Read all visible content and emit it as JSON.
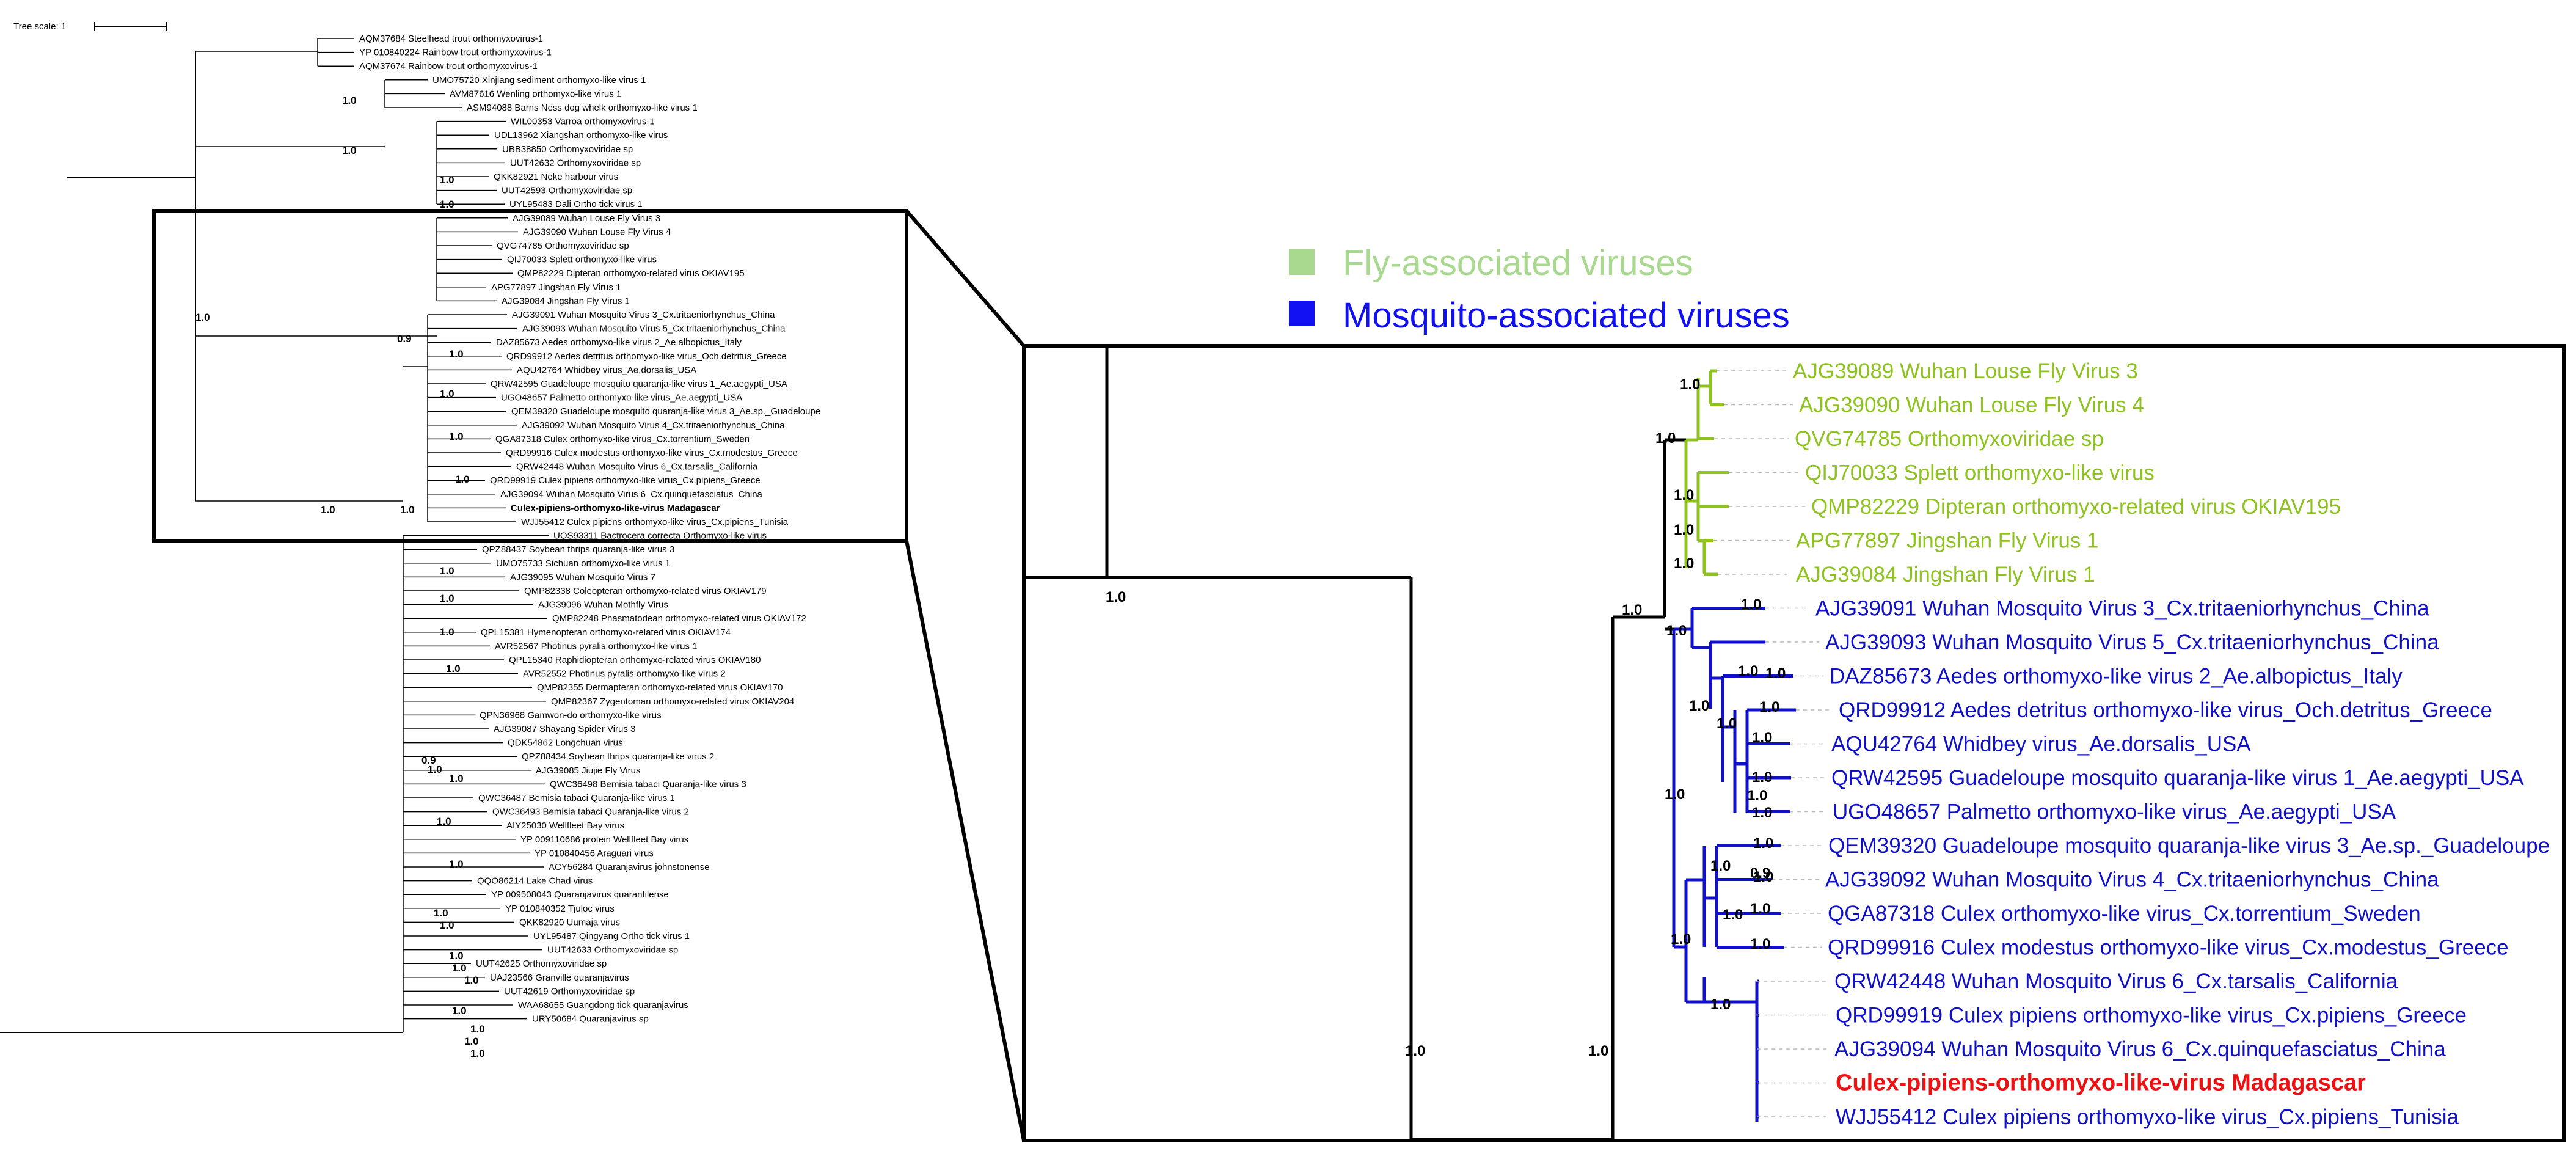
{
  "scale_bar": {
    "label": "Tree scale: 1"
  },
  "colors": {
    "fly": "#8dc21f",
    "mosquito": "#1010c8",
    "target": "#ee1111",
    "branch": "#000000"
  },
  "legend": [
    {
      "label": "Fly-associated viruses",
      "color": "#a9d88f"
    },
    {
      "label": "Mosquito-associated viruses",
      "color": "#1010f0"
    }
  ],
  "full_tree": {
    "leaves": [
      "AQM37684 Steelhead trout orthomyxovirus-1",
      "YP 010840224 Rainbow trout orthomyxovirus-1",
      "AQM37674 Rainbow trout orthomyxovirus-1",
      "UMO75720 Xinjiang sediment orthomyxo-like virus 1",
      "AVM87616 Wenling orthomyxo-like virus 1",
      "ASM94088 Barns Ness dog whelk orthomyxo-like virus 1",
      "WIL00353 Varroa orthomyxovirus-1",
      "UDL13962 Xiangshan orthomyxo-like virus",
      "UBB38850 Orthomyxoviridae sp",
      "UUT42632 Orthomyxoviridae sp",
      "QKK82921 Neke harbour virus",
      "UUT42593 Orthomyxoviridae sp",
      "UYL95483 Dali Ortho tick virus 1",
      "AJG39089 Wuhan Louse Fly Virus 3",
      "AJG39090 Wuhan Louse Fly Virus 4",
      "QVG74785 Orthomyxoviridae sp",
      "QIJ70033 Splett orthomyxo-like virus",
      "QMP82229 Dipteran orthomyxo-related virus OKIAV195",
      "APG77897 Jingshan Fly Virus 1",
      "AJG39084 Jingshan Fly Virus 1",
      "AJG39091 Wuhan Mosquito Virus 3_Cx.tritaeniorhynchus_China",
      "AJG39093 Wuhan Mosquito Virus 5_Cx.tritaeniorhynchus_China",
      "DAZ85673 Aedes orthomyxo-like virus 2_Ae.albopictus_Italy",
      "QRD99912 Aedes detritus orthomyxo-like virus_Och.detritus_Greece",
      "AQU42764 Whidbey virus_Ae.dorsalis_USA",
      "QRW42595 Guadeloupe mosquito quaranja-like virus 1_Ae.aegypti_USA",
      "UGO48657 Palmetto orthomyxo-like virus_Ae.aegypti_USA",
      "QEM39320 Guadeloupe mosquito quaranja-like virus 3_Ae.sp._Guadeloupe",
      "AJG39092 Wuhan Mosquito Virus 4_Cx.tritaeniorhynchus_China",
      "QGA87318 Culex orthomyxo-like virus_Cx.torrentium_Sweden",
      "QRD99916 Culex modestus orthomyxo-like virus_Cx.modestus_Greece",
      "QRW42448 Wuhan Mosquito Virus 6_Cx.tarsalis_California",
      "QRD99919 Culex pipiens orthomyxo-like virus_Cx.pipiens_Greece",
      "AJG39094 Wuhan Mosquito Virus 6_Cx.quinquefasciatus_China",
      "Culex-pipiens-orthomyxo-like-virus Madagascar",
      "WJJ55412 Culex pipiens orthomyxo-like virus_Cx.pipiens_Tunisia",
      "UQS93311 Bactrocera correcta Orthomyxo-like virus",
      "QPZ88437 Soybean thrips quaranja-like virus 3",
      "UMO75733 Sichuan orthomyxo-like virus 1",
      "AJG39095 Wuhan Mosquito Virus 7",
      "QMP82338 Coleopteran orthomyxo-related virus OKIAV179",
      "AJG39096 Wuhan Mothfly Virus",
      "QMP82248 Phasmatodean orthomyxo-related virus OKIAV172",
      "QPL15381 Hymenopteran orthomyxo-related virus OKIAV174",
      "AVR52567 Photinus pyralis orthomyxo-like virus 1",
      "QPL15340 Raphidiopteran orthomyxo-related virus OKIAV180",
      "AVR52552 Photinus pyralis orthomyxo-like virus 2",
      "QMP82355 Dermapteran orthomyxo-related virus OKIAV170",
      "QMP82367 Zygentoman orthomyxo-related virus OKIAV204",
      "QPN36968 Gamwon-do orthomyxo-like virus",
      "AJG39087 Shayang Spider Virus 3",
      "QDK54862 Longchuan virus",
      "QPZ88434 Soybean thrips quaranja-like virus 2",
      "AJG39085 Jiujie Fly Virus",
      "QWC36498 Bemisia tabaci Quaranja-like virus 3",
      "QWC36487 Bemisia tabaci Quaranja-like virus 1",
      "QWC36493 Bemisia tabaci Quaranja-like virus 2",
      "AIY25030 Wellfleet Bay virus",
      "YP 009110686 protein Wellfleet Bay virus",
      "YP 010840456 Araguari virus",
      "ACY56284 Quaranjavirus johnstonense",
      "QQO86214 Lake Chad virus",
      "YP 009508043 Quaranjavirus quaranfilense",
      "YP 010840352 Tjuloc virus",
      "QKK82920 Uumaja virus",
      "UYL95487 Qingyang Ortho tick virus 1",
      "UUT42633 Orthomyxoviridae sp",
      "UUT42625 Orthomyxoviridae sp",
      "UAJ23566 Granville quaranjavirus",
      "UUT42619 Orthomyxoviridae sp",
      "WAA68655 Guangdong tick quaranjavirus",
      "URY50684 Quaranjavirus sp"
    ],
    "support_labels": [
      "1.0",
      "1.0",
      "1.0",
      "1.0",
      "1.0",
      "1.0",
      "1.0",
      "0.9",
      "1.0",
      "1.0",
      "1.0",
      "1.0",
      "1.0",
      "1.0",
      "1.0",
      "1.0",
      "0.9",
      "1.0",
      "1.0",
      "1.0",
      "1.0",
      "1.0",
      "1.0",
      "1.0",
      "1.0",
      "1.0",
      "1.0",
      "1.0",
      "1.0",
      "1.0"
    ]
  },
  "zoom_tree": {
    "leaves": [
      {
        "label": "AJG39089 Wuhan Louse Fly Virus 3",
        "group": "fly"
      },
      {
        "label": "AJG39090 Wuhan Louse Fly Virus 4",
        "group": "fly"
      },
      {
        "label": "QVG74785 Orthomyxoviridae sp",
        "group": "fly"
      },
      {
        "label": "QIJ70033 Splett orthomyxo-like virus",
        "group": "fly"
      },
      {
        "label": "QMP82229 Dipteran orthomyxo-related virus OKIAV195",
        "group": "fly"
      },
      {
        "label": "APG77897 Jingshan Fly Virus 1",
        "group": "fly"
      },
      {
        "label": "AJG39084 Jingshan Fly Virus 1",
        "group": "fly"
      },
      {
        "label": "AJG39091 Wuhan Mosquito Virus 3_Cx.tritaeniorhynchus_China",
        "group": "mosquito"
      },
      {
        "label": "AJG39093 Wuhan Mosquito Virus 5_Cx.tritaeniorhynchus_China",
        "group": "mosquito"
      },
      {
        "label": "DAZ85673 Aedes orthomyxo-like virus 2_Ae.albopictus_Italy",
        "group": "mosquito"
      },
      {
        "label": "QRD99912 Aedes detritus orthomyxo-like virus_Och.detritus_Greece",
        "group": "mosquito"
      },
      {
        "label": "AQU42764 Whidbey virus_Ae.dorsalis_USA",
        "group": "mosquito"
      },
      {
        "label": "QRW42595 Guadeloupe mosquito quaranja-like virus 1_Ae.aegypti_USA",
        "group": "mosquito"
      },
      {
        "label": "UGO48657 Palmetto orthomyxo-like virus_Ae.aegypti_USA",
        "group": "mosquito"
      },
      {
        "label": "QEM39320 Guadeloupe mosquito quaranja-like virus 3_Ae.sp._Guadeloupe",
        "group": "mosquito"
      },
      {
        "label": "AJG39092 Wuhan Mosquito Virus 4_Cx.tritaeniorhynchus_China",
        "group": "mosquito"
      },
      {
        "label": "QGA87318 Culex orthomyxo-like virus_Cx.torrentium_Sweden",
        "group": "mosquito"
      },
      {
        "label": "QRD99916 Culex modestus orthomyxo-like virus_Cx.modestus_Greece",
        "group": "mosquito"
      },
      {
        "label": "QRW42448 Wuhan Mosquito Virus 6_Cx.tarsalis_California",
        "group": "mosquito"
      },
      {
        "label": "QRD99919 Culex pipiens orthomyxo-like virus_Cx.pipiens_Greece",
        "group": "mosquito"
      },
      {
        "label": "AJG39094 Wuhan Mosquito Virus 6_Cx.quinquefasciatus_China",
        "group": "mosquito"
      },
      {
        "label": "Culex-pipiens-orthomyxo-like-virus Madagascar",
        "group": "target"
      },
      {
        "label": "WJJ55412 Culex pipiens orthomyxo-like virus_Cx.pipiens_Tunisia",
        "group": "mosquito"
      }
    ],
    "support_labels": [
      "1.0",
      "1.0",
      "1.0",
      "1.0",
      "1.0",
      "1.0",
      "1.0",
      "1.0",
      "1.0",
      "1.0",
      "1.0",
      "1.0",
      "1.0",
      "1.0",
      "1.0",
      "1.0",
      "1.0",
      "1.0",
      "1.0",
      "1.0",
      "1.0",
      "1.0",
      "1.0",
      "1.0",
      "1.0",
      "1.0",
      "1.0",
      "1.0",
      "1.0",
      "0.9"
    ]
  }
}
